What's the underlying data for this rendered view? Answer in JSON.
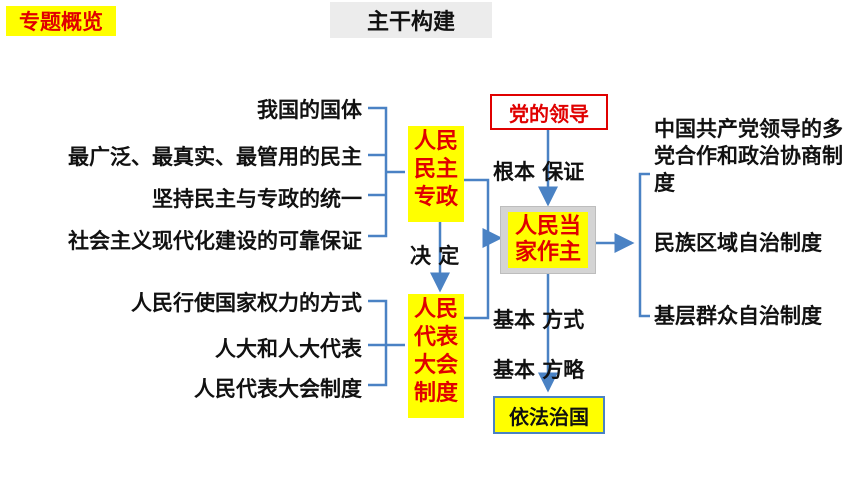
{
  "header": {
    "tag": "专题概览",
    "title": "主干构建"
  },
  "left_top_items": [
    "我国的国体",
    "最广泛、最真实、最管用的民主",
    "坚持民主与专政的统一",
    "社会主义现代化建设的可靠保证"
  ],
  "left_bottom_items": [
    "人民行使国家权力的方式",
    "人大和人大代表",
    "人民代表大会制度"
  ],
  "node_top": "人民民主专政",
  "node_bottom": "人民代表大会制度",
  "decide_label": "决 定",
  "party_leadership": "党的领导",
  "center": "人民当家作主",
  "rule_of_law": "依法治国",
  "labels": {
    "root_guarantee": "根本 保证",
    "basic_way": "基本 方式",
    "basic_strategy": "基本 方略"
  },
  "right_items": [
    "中国共产党领导的多党合作和政治协商制度",
    "民族区域自治制度",
    "基层群众自治制度"
  ],
  "colors": {
    "accent_red": "#e00000",
    "highlight_yellow": "#ffff00",
    "line_blue": "#4a82c4"
  }
}
